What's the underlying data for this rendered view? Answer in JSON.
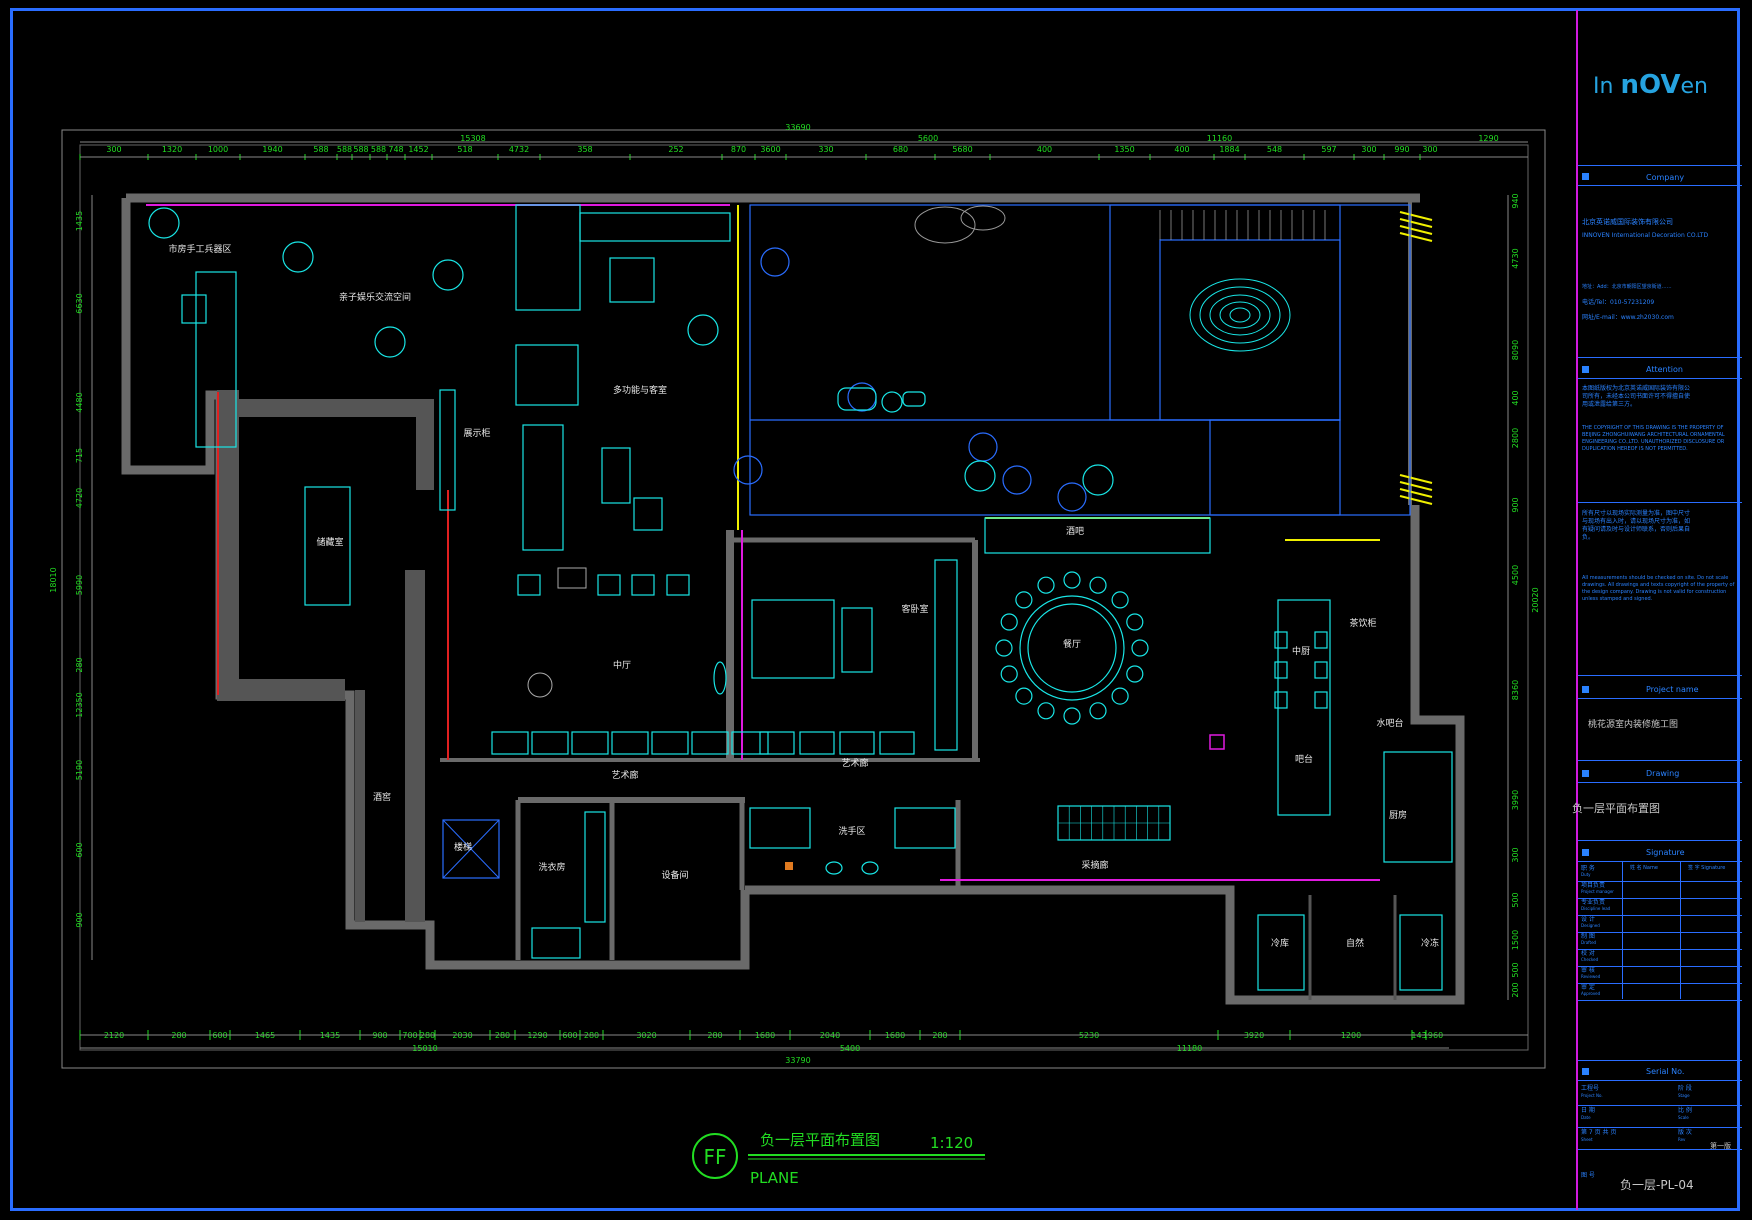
{
  "dimensions": {
    "top_total": "33690",
    "top_groups": [
      "15308",
      "5600",
      "11160",
      "1290"
    ],
    "top_segments": [
      "300",
      "1320",
      "1000",
      "1940",
      "588",
      "588",
      "588",
      "588",
      "748",
      "1452",
      "518",
      "4732",
      "358",
      "252",
      "870",
      "3600",
      "330",
      "680",
      "5680",
      "400",
      "1350",
      "400",
      "1884",
      "548",
      "597",
      "300",
      "990",
      "300"
    ],
    "bottom_total": "33790",
    "bottom_groups": [
      "15010",
      "5400",
      "11180"
    ],
    "bottom_segments": [
      "2120",
      "280",
      "600",
      "1465",
      "1435",
      "900",
      "700",
      "280",
      "2030",
      "280",
      "1290",
      "600",
      "280",
      "3020",
      "280",
      "1680",
      "2040",
      "1680",
      "280",
      "5230",
      "3920",
      "1200",
      "143",
      "1960"
    ],
    "left_total": "18010",
    "left_segments": [
      "1435",
      "6630",
      "4480",
      "715",
      "4720",
      "5990",
      "280",
      "12350",
      "5190",
      "600",
      "900"
    ],
    "right_total": "20020",
    "right_segments": [
      "940",
      "4730",
      "8090",
      "400",
      "2800",
      "900",
      "4500",
      "8360",
      "3990",
      "300",
      "500",
      "1500",
      "500",
      "200"
    ]
  },
  "rooms": [
    {
      "id": "craft",
      "label": "市房手工兵器区"
    },
    {
      "id": "parent-child",
      "label": "亲子娱乐交流空间"
    },
    {
      "id": "multi",
      "label": "多功能与客室"
    },
    {
      "id": "display",
      "label": "展示柜"
    },
    {
      "id": "storage",
      "label": "储藏室"
    },
    {
      "id": "hall",
      "label": "中厅"
    },
    {
      "id": "guest",
      "label": "客卧室"
    },
    {
      "id": "art1",
      "label": "艺术廊"
    },
    {
      "id": "art2",
      "label": "艺术廊"
    },
    {
      "id": "wine",
      "label": "酒窖"
    },
    {
      "id": "laundry",
      "label": "洗衣房"
    },
    {
      "id": "equipment",
      "label": "设备间"
    },
    {
      "id": "wc",
      "label": "洗手区"
    },
    {
      "id": "dining",
      "label": "餐厅"
    },
    {
      "id": "winebar",
      "label": "酒吧"
    },
    {
      "id": "bar",
      "label": "吧台"
    },
    {
      "id": "kitchen",
      "label": "厨房"
    },
    {
      "id": "pantry",
      "label": "中厨"
    },
    {
      "id": "tea",
      "label": "茶饮柜"
    },
    {
      "id": "tabletop",
      "label": "水吧台"
    },
    {
      "id": "cold",
      "label": "冷库"
    },
    {
      "id": "natural",
      "label": "自然"
    },
    {
      "id": "freeze",
      "label": "冷冻"
    },
    {
      "id": "stairs",
      "label": "楼梯"
    },
    {
      "id": "corridor",
      "label": "采摘廊"
    }
  ],
  "drawing_title": {
    "mark": "FF",
    "title": "负一层平面布置图",
    "scale": "1:120",
    "subtitle": "PLANE"
  },
  "title_block": {
    "logo_light": "In",
    "logo_bold": "nOV",
    "logo_tail": "en",
    "company_heading": "Company",
    "company_name_cn": "北京英诺威国际装饰有限公司",
    "company_name_en": "INNOVEN International Decoration CO.LTD",
    "address": "地址：Add：北京市朝阳区望京街道……",
    "tel": "电话/Tel：010-57231209",
    "web": "网址/E-mail：www.zh2030.com",
    "attention_heading": "Attention",
    "attention_cn": "本图纸版权为北京英诺威国际装饰有限公司所有，未经本公司书面许可不得擅自使用或泄露给第三方。",
    "attention_en": "THE COPYRIGHT OF THIS DRAWING IS THE PROPERTY OF BEIJING ZHONGHUIWANG ARCHITECTURAL ORNAMENTAL ENGINEERING CO.,LTD. UNAUTHORIZED DISCLOSURE OR DUPLICATION HEREOF IS NOT PERMITTED.",
    "note_cn": "所有尺寸以现场实际测量为准，图中尺寸与现场有出入时，请以现场尺寸为准，如有疑问请及时与设计师联系，否则后果自负。",
    "note_en": "All measurements should be checked on site. Do not scale drawings. All drawings and texts copyright of the property of the design company. Drawing is not valid for construction unless stamped and signed.",
    "project_heading": "Project name",
    "project_name": "桃花源室内装修施工图",
    "drawing_heading": "Drawing",
    "drawing_name": "负一层平面布置图",
    "signature_heading": "Signature",
    "sign_rows": [
      {
        "cn": "职 务",
        "en": "Duty"
      },
      {
        "cn": "项目负责",
        "en": "Project manager"
      },
      {
        "cn": "专业负责",
        "en": "Discipline lead"
      },
      {
        "cn": "设 计",
        "en": "Designed"
      },
      {
        "cn": "制 图",
        "en": "Drafted"
      },
      {
        "cn": "校 对",
        "en": "Checked"
      },
      {
        "cn": "审 核",
        "en": "Reviewed"
      },
      {
        "cn": "审 定",
        "en": "Approved"
      }
    ],
    "sign_cols": [
      "姓 名 Name",
      "签 字 Signature"
    ],
    "serial_heading": "Serial No.",
    "serial_rows": [
      {
        "cn": "工程号",
        "en": "Project No.",
        "cn2": "阶 段",
        "en2": "Stage"
      },
      {
        "cn": "日 期",
        "en": "Date",
        "cn2": "比 例",
        "en2": "Scale"
      },
      {
        "cn": "第 7 页 共 页",
        "en": "Sheet",
        "cn2": "版 次",
        "en2": "Rev"
      }
    ],
    "edition": "第一版",
    "drawing_no_label": "图 号",
    "drawing_no": "负一层-PL-04"
  },
  "colors": {
    "frame": "#2a6dff",
    "wall": "#7a7a7a",
    "cyan": "#19e6e6",
    "blue": "#2a6dff",
    "magenta": "#e01ae0",
    "red": "#e02020",
    "yellow": "#f0f000",
    "dim_green": "#22dd22",
    "white": "#e8e8e8"
  }
}
